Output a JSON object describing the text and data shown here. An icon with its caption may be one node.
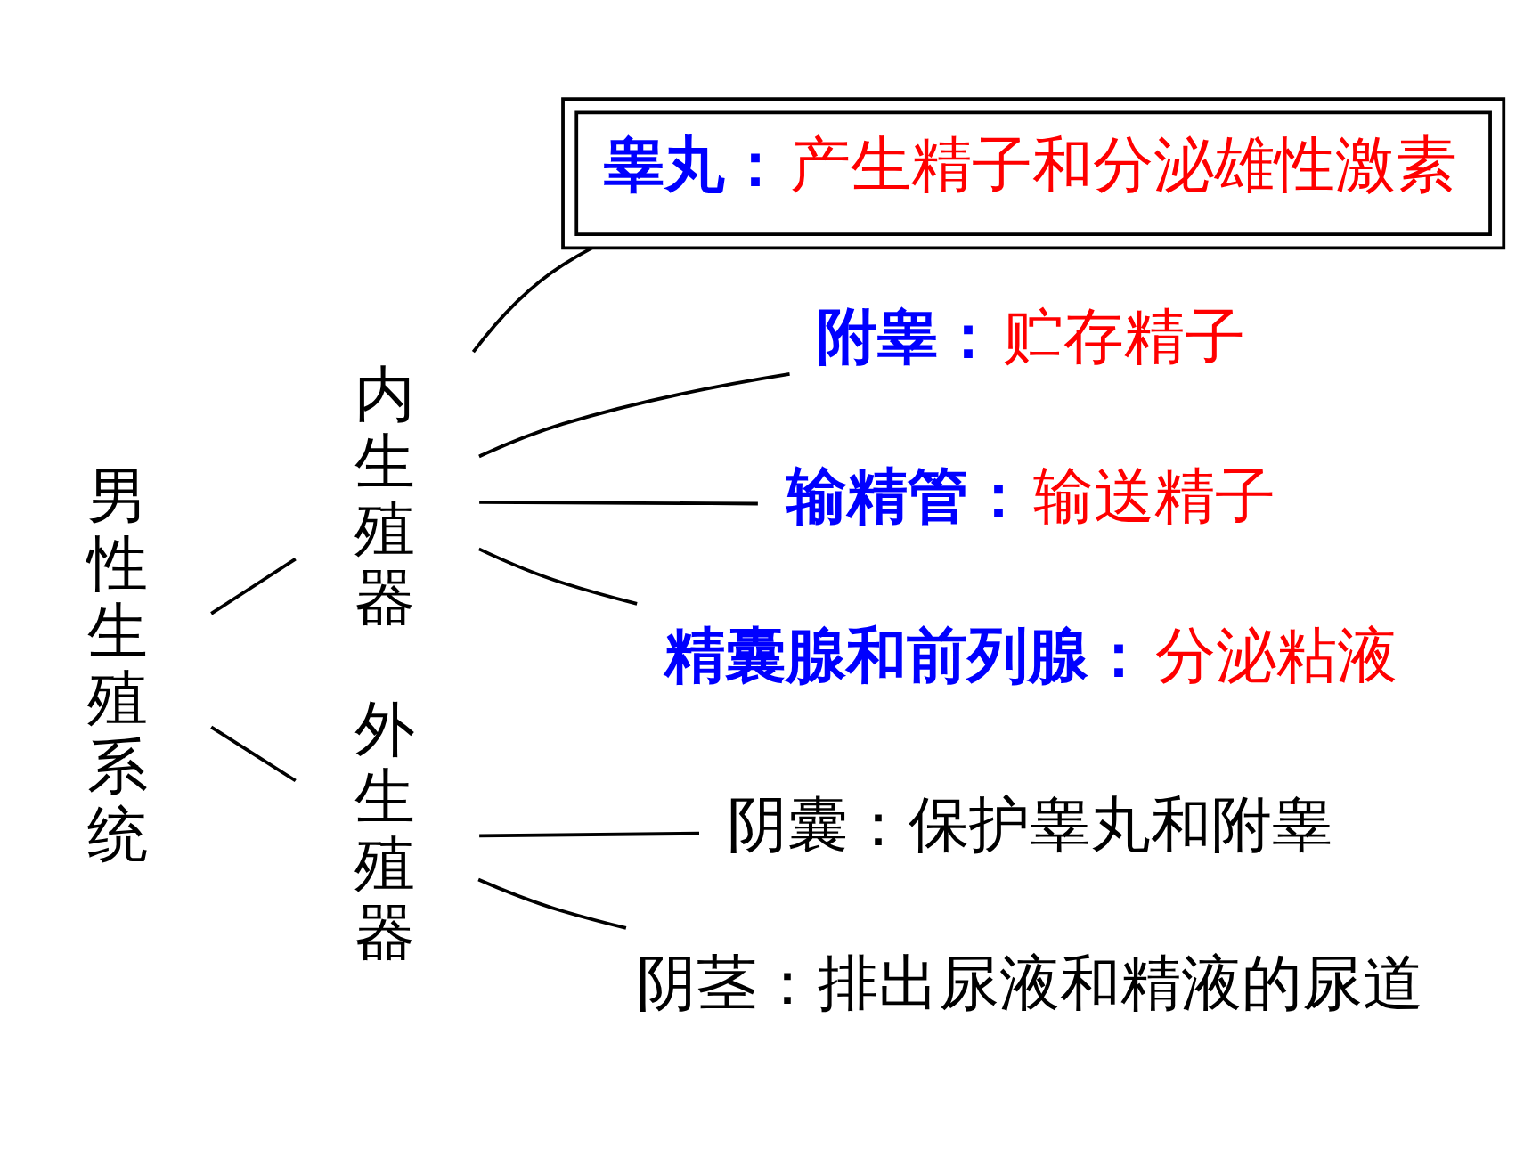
{
  "diagram": {
    "nodes": [
      {
        "text": [
          "男性生殖系统"
        ]
      },
      {
        "text": [
          "内生殖器"
        ]
      },
      {
        "text": [
          "外生殖器"
        ]
      },
      {
        "text": [
          "睾丸：",
          "产生精子和分泌雄性激素"
        ]
      },
      {
        "text": [
          "附睾：",
          "贮存精子"
        ]
      },
      {
        "text": [
          "输精管：",
          "输送精子"
        ]
      },
      {
        "text": [
          "精囊腺和前列腺：",
          "分泌粘液"
        ]
      },
      {
        "text": [
          "阴囊：保护睾丸和附睾"
        ]
      },
      {
        "text": [
          "阴茎：排出尿液和精液的尿道"
        ]
      }
    ],
    "edges": [
      {
        "from": 0,
        "to": 1,
        "arrow": "none"
      },
      {
        "from": 0,
        "to": 2,
        "arrow": "none"
      },
      {
        "from": 1,
        "to": 3,
        "arrow": "none"
      },
      {
        "from": 1,
        "to": 4,
        "arrow": "none"
      },
      {
        "from": 1,
        "to": 5,
        "arrow": "none"
      },
      {
        "from": 1,
        "to": 6,
        "arrow": "none"
      },
      {
        "from": 2,
        "to": 7,
        "arrow": "none"
      },
      {
        "from": 2,
        "to": 8,
        "arrow": "none"
      }
    ]
  }
}
